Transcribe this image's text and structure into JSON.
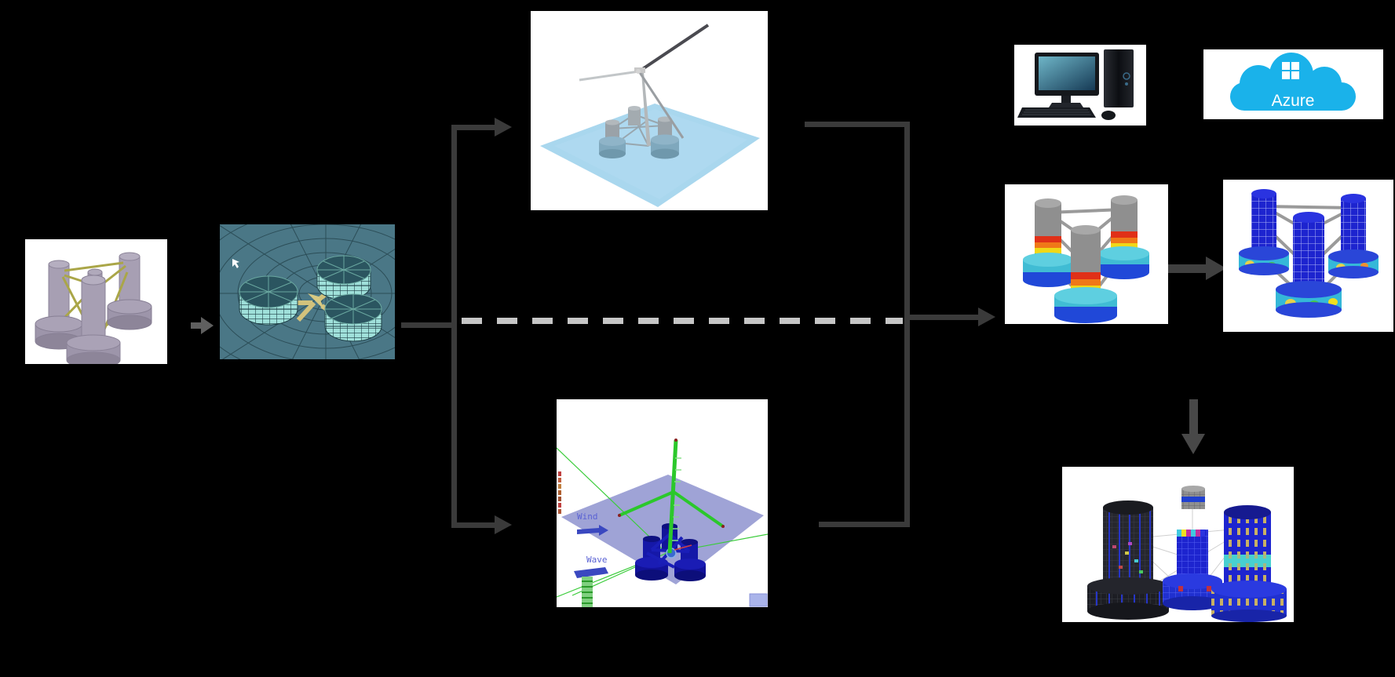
{
  "labels": {
    "azure": "Azure",
    "wind": "Wind",
    "wave": "Wave"
  },
  "colors": {
    "background": "#000000",
    "flow_line_dark": "#3a3a3a",
    "flow_line_dashed": "#c6c6c6",
    "azure_cyan": "#1ab2ea",
    "fea_blue": "#1d24cf",
    "mesh_panel_teal": "#4a7786",
    "sim_green": "#2bc82b",
    "water_blue": "#a9d7ee",
    "sim_plane_purple": "#9fa3d6",
    "stress_red": "#e03018",
    "stress_orange": "#f07818",
    "stress_yellow": "#f0d818",
    "stress_green": "#38c038",
    "pontoon_cyan": "#40bcd4",
    "pontoon_blue": "#2048d8"
  },
  "nodes": [
    {
      "name": "platform-cad-model"
    },
    {
      "name": "hydrodynamic-panel-mesh"
    },
    {
      "name": "coupled-turbine-hydro-model"
    },
    {
      "name": "aeroelastic-simulation-model"
    },
    {
      "name": "desktop-computer"
    },
    {
      "name": "azure-cloud"
    },
    {
      "name": "pressure-map-result"
    },
    {
      "name": "mapped-fe-mesh-result"
    },
    {
      "name": "fatigue-panel-result"
    }
  ]
}
